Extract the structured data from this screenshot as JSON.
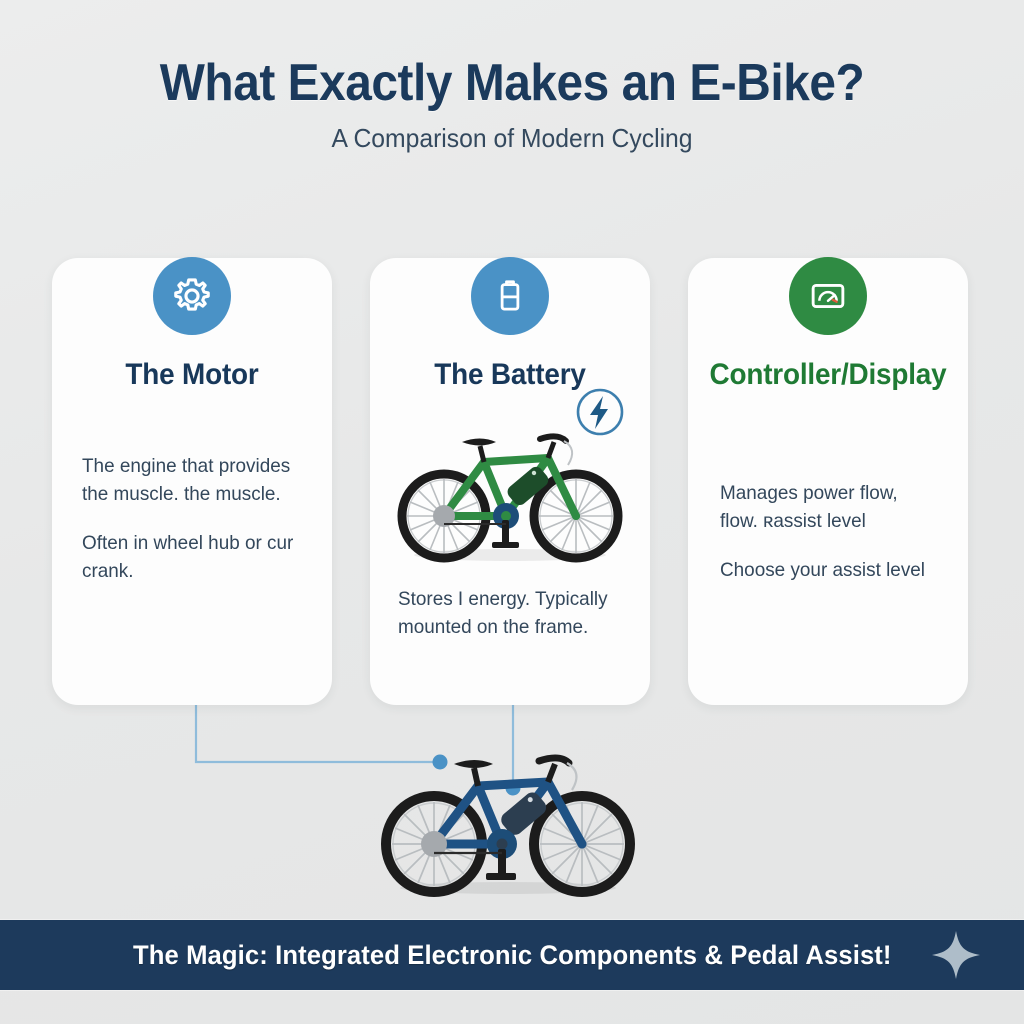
{
  "header": {
    "title": "What Exactly Makes an E-Bike?",
    "subtitle": "A Comparison of Modern Cycling"
  },
  "cards": [
    {
      "id": "motor",
      "title": "The Motor",
      "icon": "gear-icon",
      "icon_color": "#4a92c6",
      "title_color": "#18385a",
      "paragraphs": [
        "The engine that provides the muscle. the muscle.",
        "Often in wheel hub or cur crank."
      ]
    },
    {
      "id": "battery",
      "title": "The Battery",
      "icon": "battery-icon",
      "icon_color": "#4a92c6",
      "title_color": "#18385a",
      "paragraphs": [
        "Stores I energy. Typically mounted on the frame."
      ],
      "illustration": "green-ebike-illustration",
      "badge": "lightning-bolt-icon"
    },
    {
      "id": "controller-display",
      "title": "Controller/Display",
      "icon": "gauge-display-icon",
      "icon_color": "#2f8b43",
      "title_color": "#1f7a34",
      "paragraphs": [
        "Manages power flow, flow. ʀassist level",
        "Choose your assist level"
      ]
    }
  ],
  "main_illustration": {
    "name": "blue-ebike-illustration",
    "frame_color": "#1f5284",
    "battery_color": "#2c3e50",
    "hub_motor_color": "#a5a9ad"
  },
  "connectors": {
    "line_color": "#7fb3d8",
    "dot_color": "#4a92c6"
  },
  "banner": {
    "text": "The Magic: Integrated Electronic Components & Pedal Assist!",
    "background": "#1d3a5c",
    "sparkle": "sparkle-icon"
  },
  "palette": {
    "background": "#e9e9e9",
    "navy": "#18385a",
    "blue": "#4a92c6",
    "green": "#2f8b43",
    "card_bg": "#fdfdfd"
  }
}
